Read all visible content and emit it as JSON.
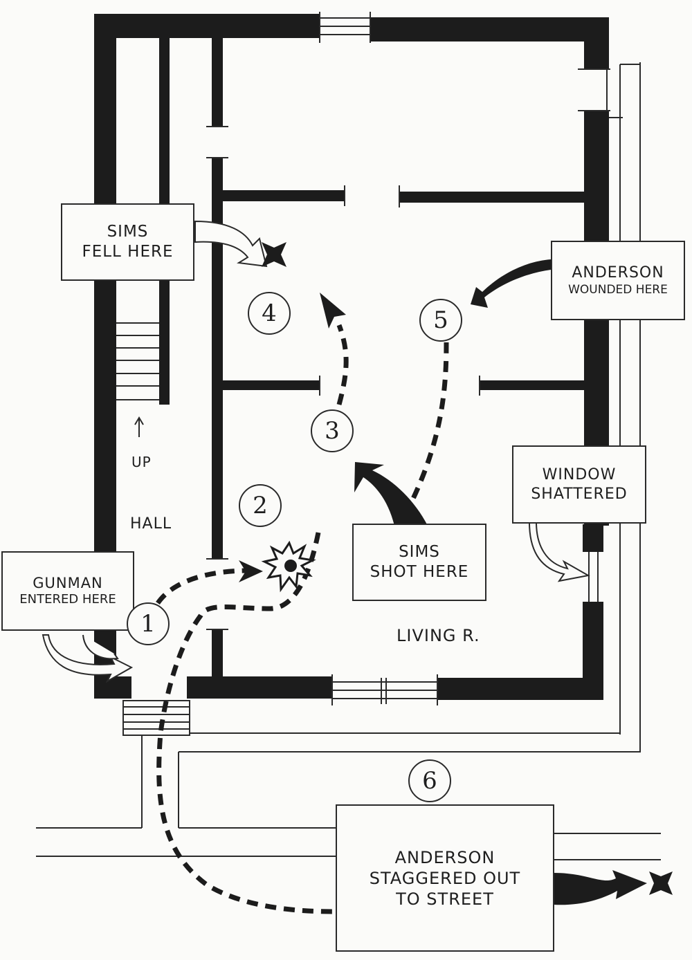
{
  "colors": {
    "wall": "#1c1c1c",
    "ink": "#1e1e1e",
    "paper": "#fbfbf9"
  },
  "rooms": {
    "hall": "HALL",
    "stairs": "UP",
    "living_room": "LIVING R."
  },
  "callouts": {
    "sims_fell": {
      "line1": "SIMS",
      "line2": "FELL HERE"
    },
    "anderson_wounded": {
      "line1": "ANDERSON",
      "line2": "WOUNDED HERE"
    },
    "window": {
      "line1": "WINDOW",
      "line2": "SHATTERED"
    },
    "sims_shot": {
      "line1": "SIMS",
      "line2": "SHOT HERE"
    },
    "gunman": {
      "line1": "GUNMAN",
      "line2": "ENTERED HERE"
    },
    "street": {
      "line1": "ANDERSON",
      "line2": "STAGGERED OUT",
      "line3": "TO STREET"
    }
  },
  "steps": [
    "1",
    "2",
    "3",
    "4",
    "5",
    "6"
  ],
  "icons": [
    "death-cross-icon",
    "gunshot-burst-icon",
    "arrow-icon"
  ]
}
